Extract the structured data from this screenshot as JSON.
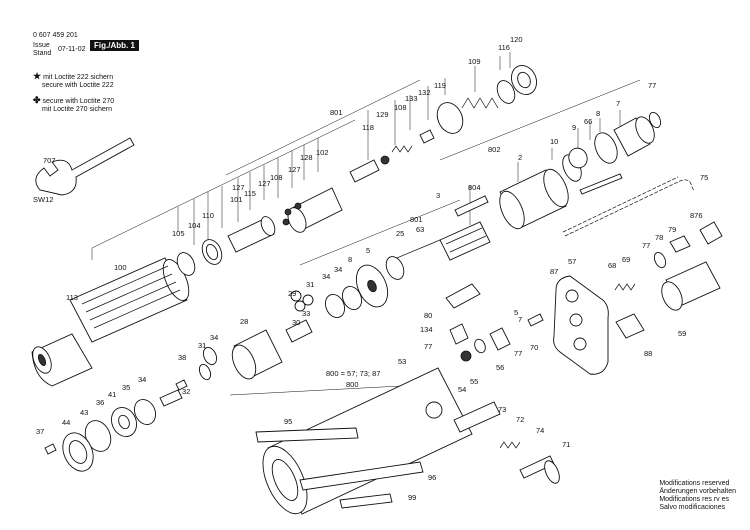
{
  "header": {
    "doc_number": "0 607 459 201",
    "issue_label_1": "Issue",
    "issue_label_2": "Stand",
    "issue_date": "07-11-02",
    "figure_label": "Fig./Abb. 1"
  },
  "legend": {
    "star_symbol": "★",
    "star_line1": "mit Loctite 222 sichern",
    "star_line2": "secure with Loctite 222",
    "cross_symbol": "✤",
    "cross_line1": "secure with Loctite 270",
    "cross_line2": "mit Loctite 270 sichern"
  },
  "notes": {
    "line1": "Modifications reserved",
    "line2": "Änderungen vorbehalten",
    "line3": "Modifications res rv es",
    "line4": "Salvo modificaciones"
  },
  "callouts": [
    "707",
    "SW12",
    "801",
    "802",
    "120",
    "116",
    "119",
    "109",
    "133",
    "132",
    "108",
    "129",
    "118",
    "102",
    "128",
    "127",
    "127",
    "115",
    "108",
    "101",
    "127",
    "110",
    "104",
    "105",
    "100",
    "113",
    "804",
    "10",
    "2",
    "9",
    "66",
    "8",
    "7",
    "77",
    "75",
    "876",
    "79",
    "78",
    "77",
    "3",
    "801",
    "63",
    "25",
    "5",
    "8",
    "34",
    "34",
    "31",
    "29",
    "33",
    "30",
    "28",
    "31",
    "34",
    "38",
    "32",
    "34",
    "35",
    "41",
    "36",
    "43",
    "44",
    "37",
    "80",
    "134",
    "77",
    "5",
    "77",
    "70",
    "7",
    "57",
    "87",
    "68",
    "69",
    "59",
    "88",
    "800 = 57; 73; 87",
    "800",
    "53",
    "54",
    "55",
    "56",
    "95",
    "73",
    "72",
    "74",
    "71",
    "96",
    "99"
  ]
}
